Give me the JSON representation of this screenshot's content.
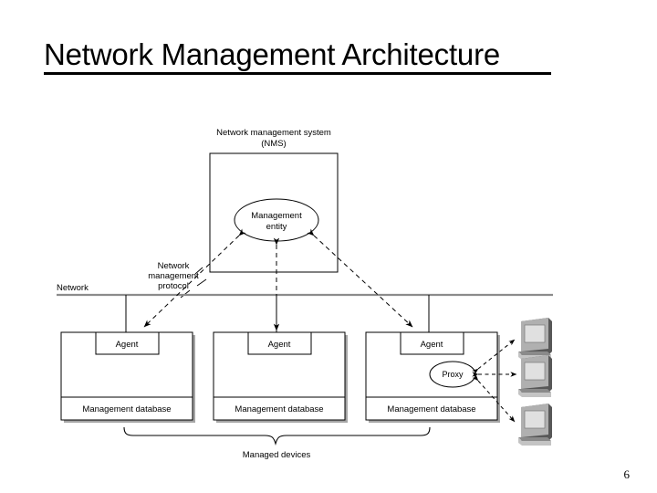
{
  "slide": {
    "title": "Network Management Architecture",
    "page_number": "6"
  },
  "diagram": {
    "nms": {
      "caption_line1": "Network management system",
      "caption_line2": "(NMS)",
      "entity_line1": "Management",
      "entity_line2": "entity"
    },
    "protocol_label": {
      "line1": "Network",
      "line2": "management",
      "line3": "protocol"
    },
    "network_label": "Network",
    "devices": [
      {
        "agent_label": "Agent",
        "database_label": "Management database",
        "has_proxy": false
      },
      {
        "agent_label": "Agent",
        "database_label": "Management database",
        "has_proxy": false
      },
      {
        "agent_label": "Agent",
        "database_label": "Management database",
        "has_proxy": true,
        "proxy_label": "Proxy"
      }
    ],
    "managed_devices_label": "Managed devices",
    "proxied_hosts": [
      {
        "name": "host-computer-1"
      },
      {
        "name": "host-computer-2"
      },
      {
        "name": "host-computer-3"
      }
    ],
    "colors": {
      "line": "#000000",
      "shadow": "#a6a6a6",
      "network_line": "#808080",
      "monitor_screen": "#e0e0e0",
      "monitor_body": "#b0b0b0",
      "monitor_dark": "#585858",
      "monitor_mid": "#8a8a8a",
      "background": "#ffffff"
    }
  }
}
